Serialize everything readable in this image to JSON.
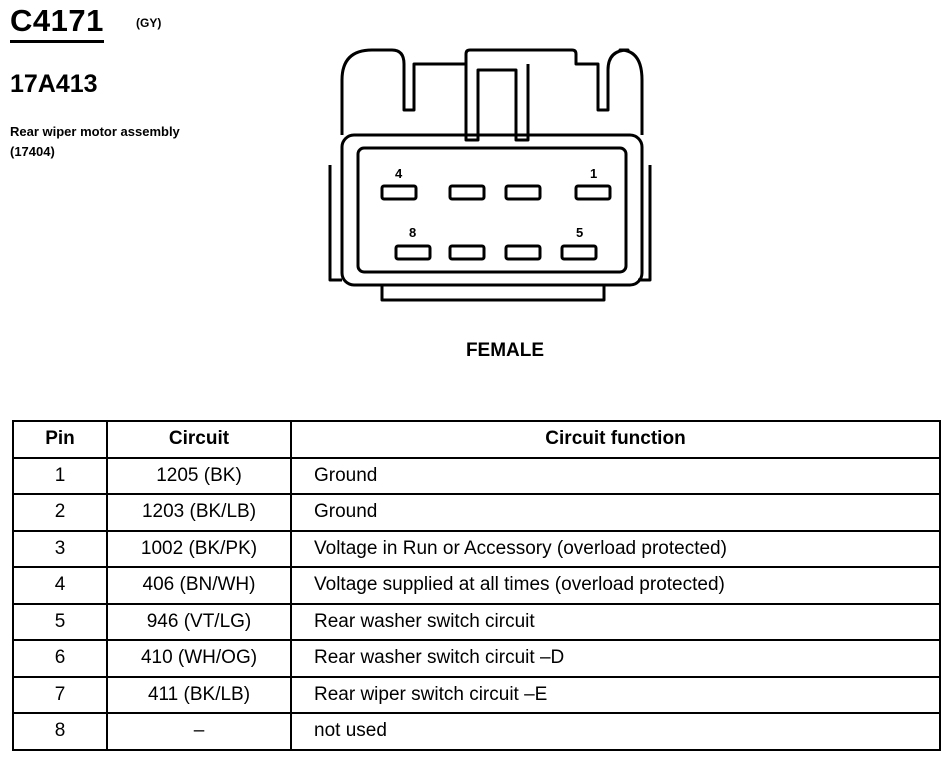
{
  "header": {
    "connector_id": "C4171",
    "color_code": "(GY)",
    "part_number": "17A413",
    "description": "Rear wiper motor assembly (17404)"
  },
  "diagram": {
    "gender": "FEMALE",
    "pin_labels": {
      "top_left": "4",
      "top_right": "1",
      "bottom_left": "8",
      "bottom_right": "5"
    }
  },
  "table": {
    "columns": [
      "Pin",
      "Circuit",
      "Circuit function"
    ],
    "rows": [
      {
        "pin": "1",
        "circuit": "1205 (BK)",
        "function": "Ground"
      },
      {
        "pin": "2",
        "circuit": "1203 (BK/LB)",
        "function": "Ground"
      },
      {
        "pin": "3",
        "circuit": "1002 (BK/PK)",
        "function": "Voltage in Run or Accessory (overload protected)"
      },
      {
        "pin": "4",
        "circuit": "406 (BN/WH)",
        "function": "Voltage supplied at all times (overload protected)"
      },
      {
        "pin": "5",
        "circuit": "946 (VT/LG)",
        "function": "Rear washer switch circuit"
      },
      {
        "pin": "6",
        "circuit": "410 (WH/OG)",
        "function": "Rear washer switch circuit –D"
      },
      {
        "pin": "7",
        "circuit": "411 (BK/LB)",
        "function": "Rear wiper switch circuit –E"
      },
      {
        "pin": "8",
        "circuit": "–",
        "function": "not used"
      }
    ]
  }
}
